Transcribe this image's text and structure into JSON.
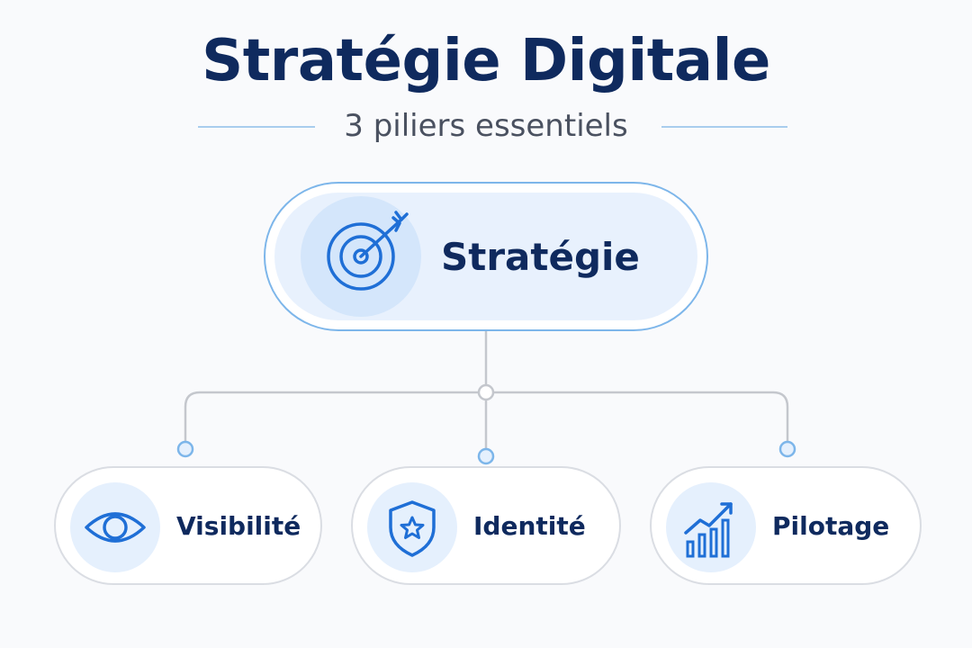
{
  "header": {
    "title": "Stratégie Digitale",
    "subtitle": "3 piliers essentiels"
  },
  "root": {
    "label": "Stratégie",
    "icon": "target-arrow-icon"
  },
  "pillars": [
    {
      "label": "Visibilité",
      "icon": "eye-icon"
    },
    {
      "label": "Identité",
      "icon": "shield-star-icon"
    },
    {
      "label": "Pilotage",
      "icon": "growth-chart-icon"
    }
  ],
  "colors": {
    "title": "#0f2a5e",
    "accent": "#1f6fd6",
    "accent_light": "#e8f1fd",
    "connector": "#c4c7cd",
    "node_border_root": "#7db6ea",
    "node_border_child": "#dadde3"
  }
}
